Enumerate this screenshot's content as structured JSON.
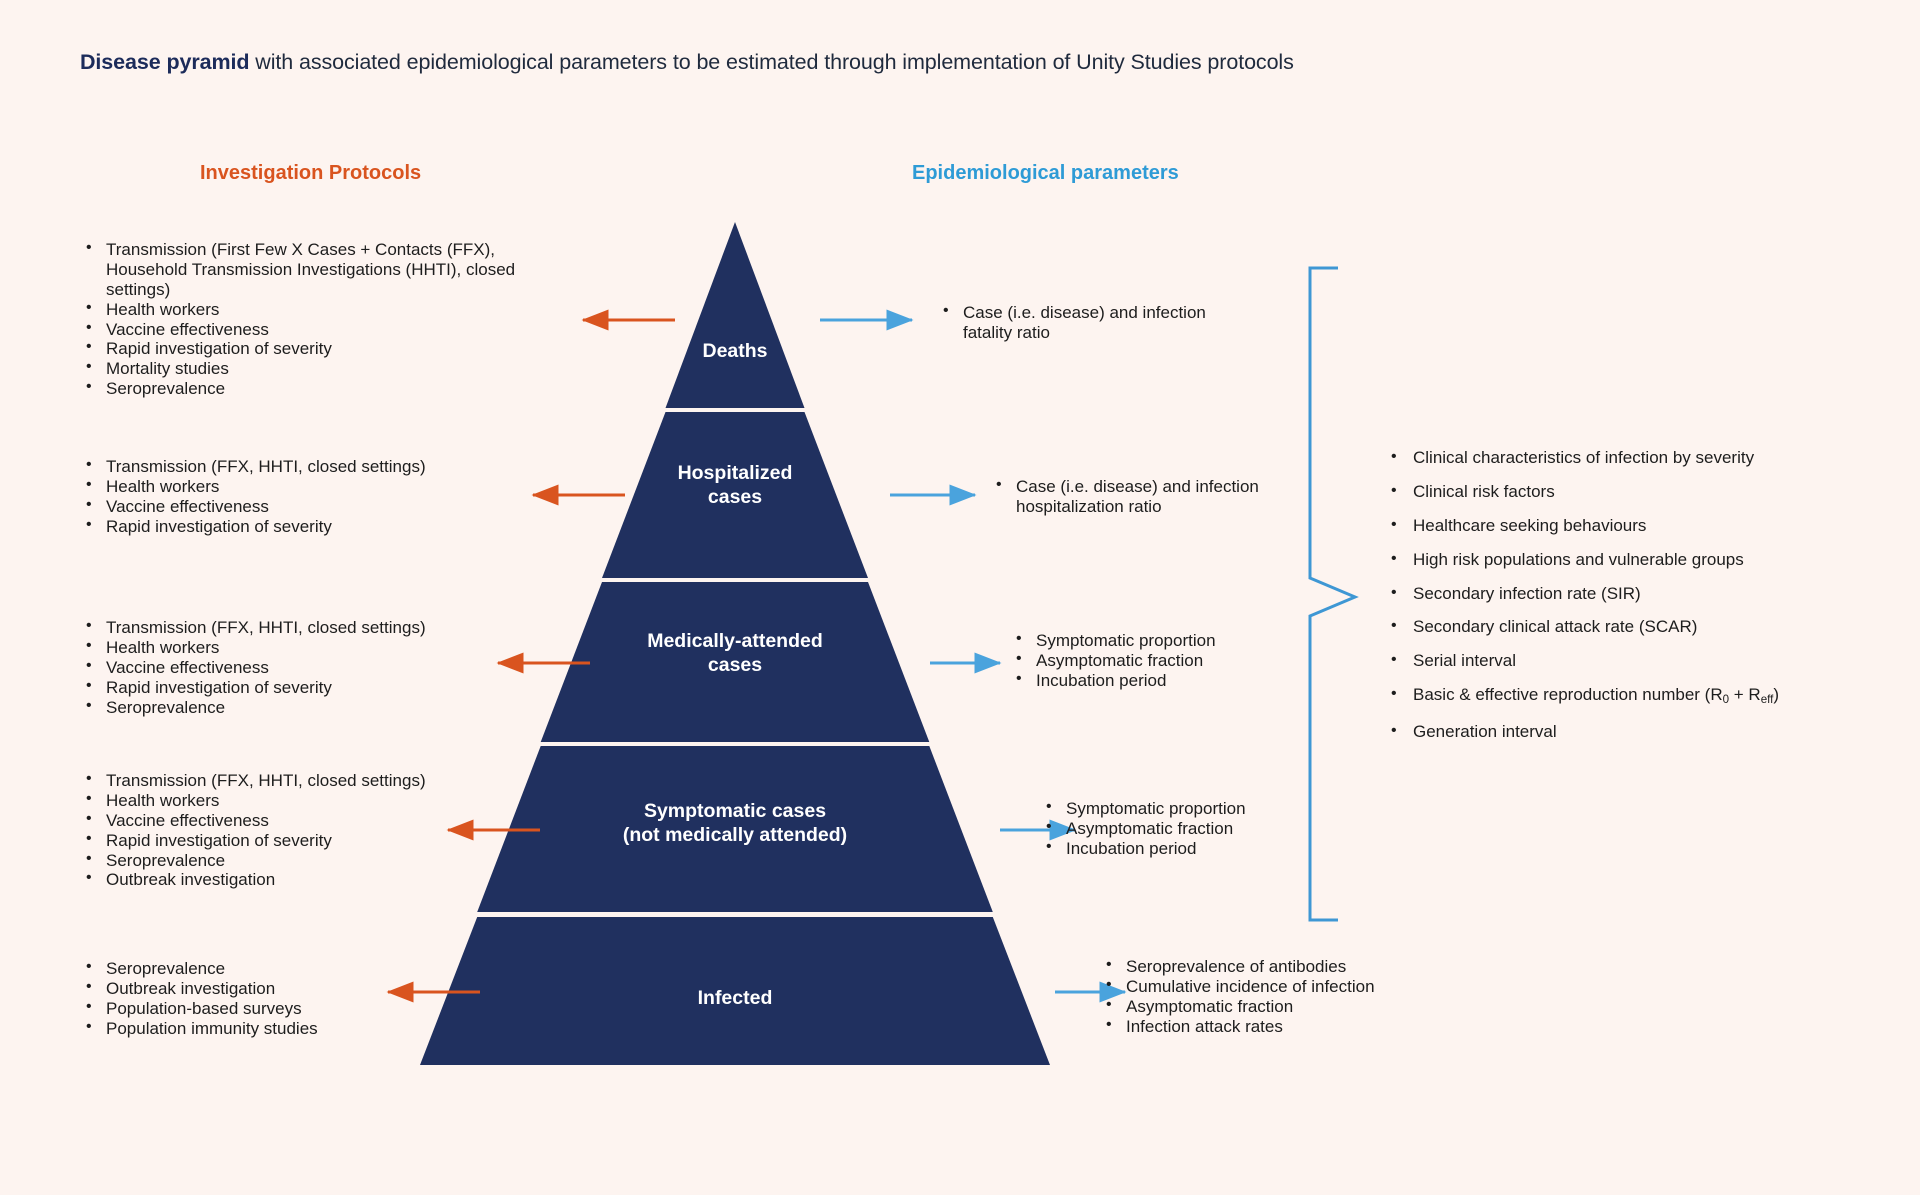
{
  "title": {
    "strong": "Disease pyramid",
    "rest": " with associated epidemiological parameters to be estimated through implementation of Unity Studies protocols"
  },
  "headers": {
    "left": "Investigation Protocols",
    "right": "Epidemiological parameters"
  },
  "colors": {
    "background": "#fdf4f0",
    "pyramid_fill": "#20305f",
    "left_accent": "#d9541f",
    "right_accent": "#2e9bd6",
    "title_text": "#1c2b5a",
    "body_text": "#1d1d1d",
    "divider": "#ffffff"
  },
  "pyramid": {
    "levels": [
      {
        "name": "deaths",
        "label": "Deaths"
      },
      {
        "name": "hospitalized",
        "label": "Hospitalized\ncases"
      },
      {
        "name": "medically-attended",
        "label": "Medically-attended\ncases"
      },
      {
        "name": "symptomatic",
        "label": "Symptomatic cases\n(not medically attended)"
      },
      {
        "name": "infected",
        "label": "Infected"
      }
    ]
  },
  "protocols": {
    "deaths": [
      "Transmission (First Few X Cases + Contacts (FFX), Household Transmission Investigations (HHTI), closed settings)",
      "Health workers",
      "Vaccine effectiveness",
      "Rapid investigation of severity",
      "Mortality studies",
      "Seroprevalence"
    ],
    "hospitalized": [
      "Transmission (FFX, HHTI, closed settings)",
      "Health workers",
      "Vaccine effectiveness",
      "Rapid investigation of severity"
    ],
    "medically_attended": [
      "Transmission (FFX, HHTI, closed settings)",
      "Health workers",
      "Vaccine effectiveness",
      "Rapid investigation of severity",
      "Seroprevalence"
    ],
    "symptomatic": [
      "Transmission (FFX, HHTI, closed settings)",
      "Health workers",
      "Vaccine effectiveness",
      "Rapid investigation of severity",
      "Seroprevalence",
      "Outbreak investigation"
    ],
    "infected": [
      "Seroprevalence",
      "Outbreak investigation",
      "Population-based surveys",
      "Population immunity studies"
    ]
  },
  "parameters": {
    "deaths": [
      "Case (i.e. disease) and infection fatality ratio"
    ],
    "hospitalized": [
      "Case (i.e. disease) and infection hospitalization ratio"
    ],
    "medically_attended": [
      "Symptomatic proportion",
      "Asymptomatic fraction",
      "Incubation period"
    ],
    "symptomatic": [
      "Symptomatic proportion",
      "Asymptomatic fraction",
      "Incubation period"
    ],
    "infected": [
      "Seroprevalence of antibodies",
      "Cumulative incidence of infection",
      "Asymptomatic fraction",
      "Infection attack rates"
    ]
  },
  "cross_cutting": [
    "Clinical characteristics of infection by severity",
    "Clinical risk factors",
    "Healthcare seeking behaviours",
    "High risk populations and vulnerable groups",
    "Secondary infection rate (SIR)",
    "Secondary clinical attack rate (SCAR)",
    "Serial interval",
    "Basic &amp; effective reproduction number (R<sub>0</sub> + R<sub>eff</sub>)",
    "Generation interval"
  ]
}
